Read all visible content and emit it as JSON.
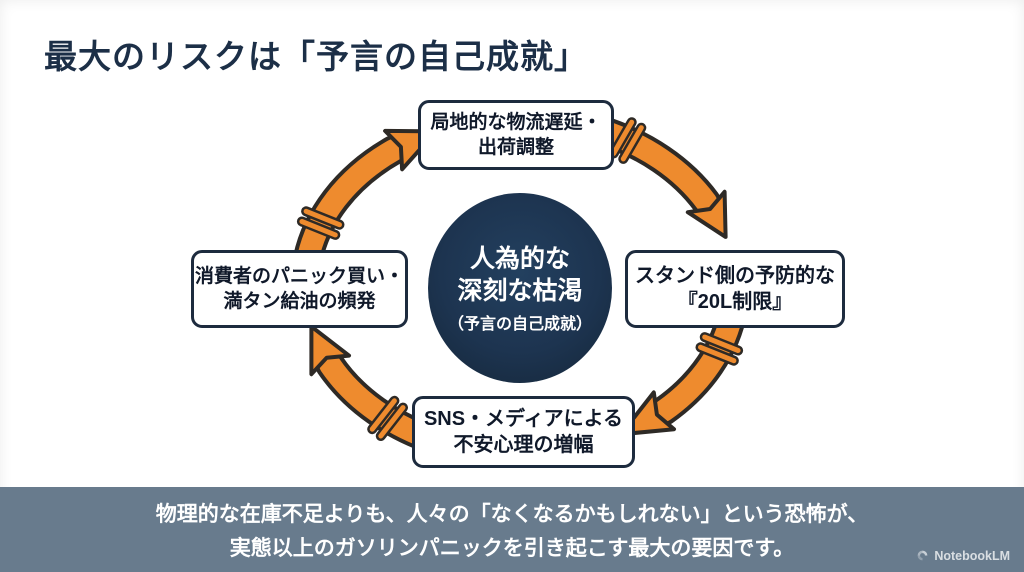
{
  "slide": {
    "title": "最大のリスクは「予言の自己成就」",
    "center": {
      "line1": "人為的な",
      "line2": "深刻な枯渇",
      "line3": "（予言の自己成就）"
    },
    "cycle": {
      "direction": "clockwise",
      "node_order": [
        "top",
        "right",
        "bottom",
        "left"
      ]
    },
    "nodes": {
      "top": {
        "line1": "局地的な物流遅延・",
        "line2": "出荷調整"
      },
      "right": {
        "line1": "スタンド側の予防的な",
        "line2": "『20L制限』"
      },
      "bottom": {
        "line1": "SNS・メディアによる",
        "line2": "不安心理の増幅"
      },
      "left": {
        "line1": "消費者のパニック買い・",
        "line2": "満タン給油の頻発"
      }
    },
    "footer": {
      "line1": "物理的な在庫不足よりも、人々の「なくなるかもしれない」という恐怖が、",
      "line2": "実態以上のガソリンパニックを引き起こす最大の要因です。"
    },
    "watermark": {
      "brand": "NotebookLM",
      "icon": "notebooklm-logo-icon"
    },
    "colors": {
      "title_text": "#1c2f47",
      "center_circle": "#1d3450",
      "box_border": "#1d2b3e",
      "box_text": "#10192a",
      "arrow_fill": "#ee8b2e",
      "arrow_outline": "#2e2a26",
      "footer_bg": "#687b8d",
      "footer_text": "#ffffff"
    }
  }
}
